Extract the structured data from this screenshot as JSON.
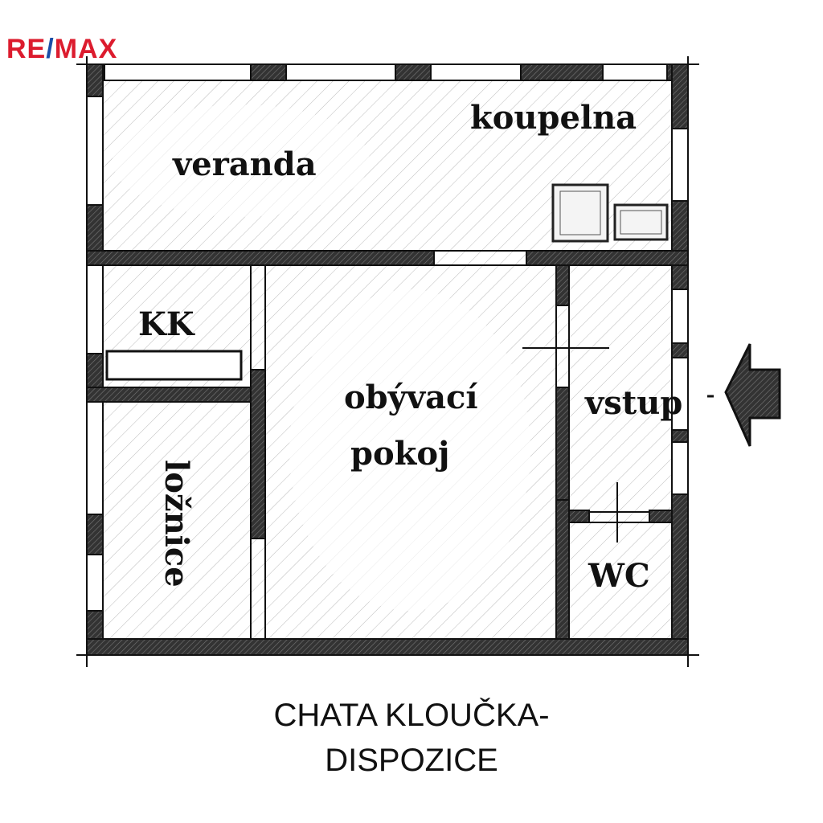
{
  "logo": {
    "part1": "RE",
    "slash": "/",
    "part2": "MAX",
    "text": "RE/MAX",
    "colors": {
      "red": "#dc1c2e",
      "blue": "#1a4fa8"
    }
  },
  "rooms": {
    "veranda": "veranda",
    "koupelna": "koupelna",
    "kk": "KK",
    "obyvaci_line1": "obývací",
    "obyvaci_line2": "pokoj",
    "vstup": "vstup",
    "loznice": "ložnice",
    "wc": "WC"
  },
  "caption": {
    "line1": "CHATA KLOUČKA-",
    "line2": "DISPOZICE"
  }
}
